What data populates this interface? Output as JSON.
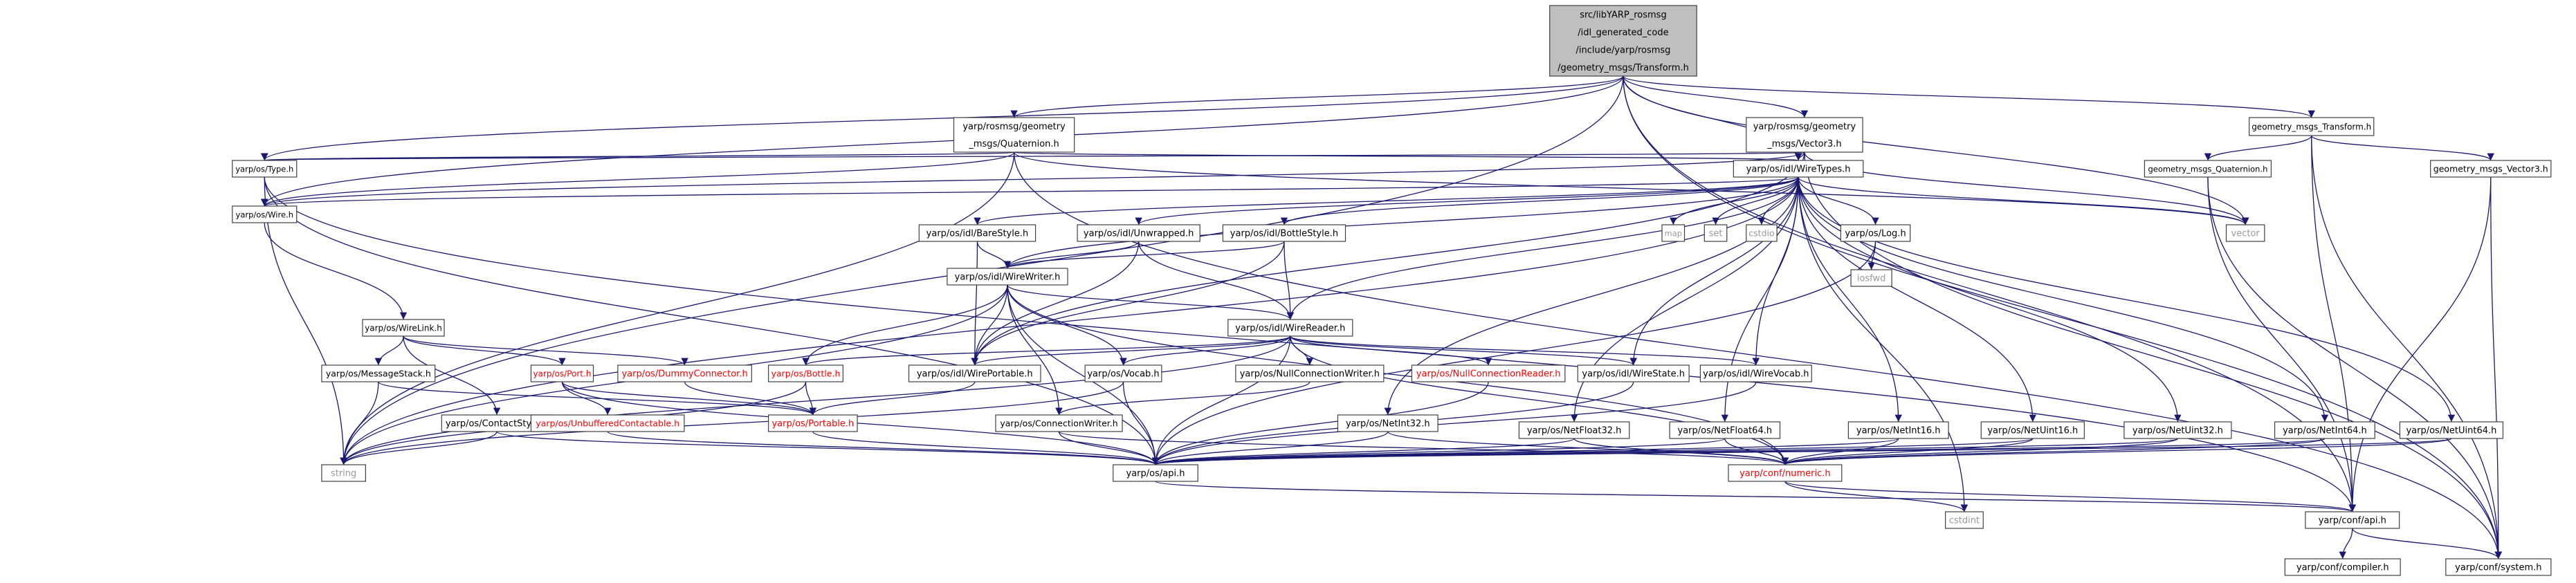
{
  "colors": {
    "edge": "#191970",
    "node_border": "#404040",
    "node_fill": "#ffffff",
    "root_fill": "#bfbfbf",
    "text_normal": "#000000",
    "text_linked_red": "#ff0000",
    "text_system": "#999999"
  },
  "nodes": {
    "root": {
      "lines": [
        "src/libYARP_rosmsg",
        "/idl_generated_code",
        "/include/yarp/rosmsg",
        "/geometry_msgs/Transform.h"
      ],
      "kind": "root"
    },
    "quat": {
      "lines": [
        "yarp/rosmsg/geometry",
        "_msgs/Quaternion.h"
      ],
      "kind": "normal"
    },
    "vec3": {
      "lines": [
        "yarp/rosmsg/geometry",
        "_msgs/Vector3.h"
      ],
      "kind": "normal"
    },
    "gmt": {
      "lines": [
        "geometry_msgs_Transform.h"
      ],
      "kind": "normal"
    },
    "type": {
      "lines": [
        "yarp/os/Type.h"
      ],
      "kind": "normal"
    },
    "wiretypes": {
      "lines": [
        "yarp/os/idl/WireTypes.h"
      ],
      "kind": "normal"
    },
    "gmq": {
      "lines": [
        "geometry_msgs_Quaternion.h"
      ],
      "kind": "normal"
    },
    "gmv3": {
      "lines": [
        "geometry_msgs_Vector3.h"
      ],
      "kind": "normal"
    },
    "wire": {
      "lines": [
        "yarp/os/Wire.h"
      ],
      "kind": "normal"
    },
    "barestyle": {
      "lines": [
        "yarp/os/idl/BareStyle.h"
      ],
      "kind": "normal"
    },
    "unwrapped": {
      "lines": [
        "yarp/os/idl/Unwrapped.h"
      ],
      "kind": "normal"
    },
    "bottlestyle": {
      "lines": [
        "yarp/os/idl/BottleStyle.h"
      ],
      "kind": "normal"
    },
    "map": {
      "lines": [
        "map"
      ],
      "kind": "system"
    },
    "set": {
      "lines": [
        "set"
      ],
      "kind": "system"
    },
    "cstdio": {
      "lines": [
        "cstdio"
      ],
      "kind": "system"
    },
    "log": {
      "lines": [
        "yarp/os/Log.h"
      ],
      "kind": "normal"
    },
    "iosfwd": {
      "lines": [
        "iosfwd"
      ],
      "kind": "system"
    },
    "vector": {
      "lines": [
        "vector"
      ],
      "kind": "system"
    },
    "wirewriter": {
      "lines": [
        "yarp/os/idl/WireWriter.h"
      ],
      "kind": "normal"
    },
    "wirelink": {
      "lines": [
        "yarp/os/WireLink.h"
      ],
      "kind": "normal"
    },
    "wirereader": {
      "lines": [
        "yarp/os/idl/WireReader.h"
      ],
      "kind": "normal"
    },
    "msgstack": {
      "lines": [
        "yarp/os/MessageStack.h"
      ],
      "kind": "normal"
    },
    "port": {
      "lines": [
        "yarp/os/Port.h"
      ],
      "kind": "linked"
    },
    "dummy": {
      "lines": [
        "yarp/os/DummyConnector.h"
      ],
      "kind": "linked"
    },
    "bottle": {
      "lines": [
        "yarp/os/Bottle.h"
      ],
      "kind": "linked"
    },
    "wireportable": {
      "lines": [
        "yarp/os/idl/WirePortable.h"
      ],
      "kind": "normal"
    },
    "vocab": {
      "lines": [
        "yarp/os/Vocab.h"
      ],
      "kind": "normal"
    },
    "nullwriter": {
      "lines": [
        "yarp/os/NullConnectionWriter.h"
      ],
      "kind": "normal"
    },
    "nullreader": {
      "lines": [
        "yarp/os/NullConnectionReader.h"
      ],
      "kind": "linked"
    },
    "wirestate": {
      "lines": [
        "yarp/os/idl/WireState.h"
      ],
      "kind": "normal"
    },
    "wirevocab": {
      "lines": [
        "yarp/os/idl/WireVocab.h"
      ],
      "kind": "normal"
    },
    "contactstyle": {
      "lines": [
        "yarp/os/ContactStyle.h"
      ],
      "kind": "normal"
    },
    "unbuffered": {
      "lines": [
        "yarp/os/UnbufferedContactable.h"
      ],
      "kind": "linked"
    },
    "portable": {
      "lines": [
        "yarp/os/Portable.h"
      ],
      "kind": "linked"
    },
    "connwriter": {
      "lines": [
        "yarp/os/ConnectionWriter.h"
      ],
      "kind": "normal"
    },
    "netint32": {
      "lines": [
        "yarp/os/NetInt32.h"
      ],
      "kind": "normal"
    },
    "netfloat32": {
      "lines": [
        "yarp/os/NetFloat32.h"
      ],
      "kind": "normal"
    },
    "netfloat64": {
      "lines": [
        "yarp/os/NetFloat64.h"
      ],
      "kind": "normal"
    },
    "netint16": {
      "lines": [
        "yarp/os/NetInt16.h"
      ],
      "kind": "normal"
    },
    "netuint16": {
      "lines": [
        "yarp/os/NetUint16.h"
      ],
      "kind": "normal"
    },
    "netuint32": {
      "lines": [
        "yarp/os/NetUint32.h"
      ],
      "kind": "normal"
    },
    "netint64": {
      "lines": [
        "yarp/os/NetInt64.h"
      ],
      "kind": "normal"
    },
    "netuint64": {
      "lines": [
        "yarp/os/NetUint64.h"
      ],
      "kind": "normal"
    },
    "string": {
      "lines": [
        "string"
      ],
      "kind": "system"
    },
    "osapi": {
      "lines": [
        "yarp/os/api.h"
      ],
      "kind": "normal"
    },
    "numeric": {
      "lines": [
        "yarp/conf/numeric.h"
      ],
      "kind": "linked"
    },
    "cstdint": {
      "lines": [
        "cstdint"
      ],
      "kind": "system"
    },
    "confapi": {
      "lines": [
        "yarp/conf/api.h"
      ],
      "kind": "normal"
    },
    "compiler": {
      "lines": [
        "yarp/conf/compiler.h"
      ],
      "kind": "normal"
    },
    "system": {
      "lines": [
        "yarp/conf/system.h"
      ],
      "kind": "normal"
    }
  },
  "edges": [
    [
      "root",
      "quat"
    ],
    [
      "root",
      "vec3"
    ],
    [
      "root",
      "gmt"
    ],
    [
      "root",
      "type"
    ],
    [
      "root",
      "wiretypes"
    ],
    [
      "root",
      "wire"
    ],
    [
      "root",
      "vector"
    ],
    [
      "root",
      "string"
    ],
    [
      "root",
      "confapi"
    ],
    [
      "root",
      "system"
    ],
    [
      "quat",
      "type"
    ],
    [
      "quat",
      "wiretypes"
    ],
    [
      "quat",
      "wire"
    ],
    [
      "quat",
      "vector"
    ],
    [
      "quat",
      "string"
    ],
    [
      "quat",
      "system"
    ],
    [
      "vec3",
      "type"
    ],
    [
      "vec3",
      "wiretypes"
    ],
    [
      "vec3",
      "wire"
    ],
    [
      "vec3",
      "vector"
    ],
    [
      "vec3",
      "system"
    ],
    [
      "vec3",
      "wireportable"
    ],
    [
      "gmt",
      "gmq"
    ],
    [
      "gmt",
      "gmv3"
    ],
    [
      "gmt",
      "confapi"
    ],
    [
      "gmt",
      "system"
    ],
    [
      "gmq",
      "confapi"
    ],
    [
      "gmq",
      "system"
    ],
    [
      "gmv3",
      "confapi"
    ],
    [
      "gmv3",
      "system"
    ],
    [
      "type",
      "osapi"
    ],
    [
      "type",
      "string"
    ],
    [
      "type",
      "confapi"
    ],
    [
      "wiretypes",
      "wire"
    ],
    [
      "wiretypes",
      "barestyle"
    ],
    [
      "wiretypes",
      "unwrapped"
    ],
    [
      "wiretypes",
      "bottlestyle"
    ],
    [
      "wiretypes",
      "map"
    ],
    [
      "wiretypes",
      "set"
    ],
    [
      "wiretypes",
      "cstdio"
    ],
    [
      "wiretypes",
      "log"
    ],
    [
      "wiretypes",
      "vector"
    ],
    [
      "wiretypes",
      "wirewriter"
    ],
    [
      "wiretypes",
      "wirereader"
    ],
    [
      "wiretypes",
      "wirestate"
    ],
    [
      "wiretypes",
      "wirevocab"
    ],
    [
      "wiretypes",
      "netint32"
    ],
    [
      "wiretypes",
      "netfloat32"
    ],
    [
      "wiretypes",
      "netfloat64"
    ],
    [
      "wiretypes",
      "netint16"
    ],
    [
      "wiretypes",
      "netuint16"
    ],
    [
      "wiretypes",
      "netuint32"
    ],
    [
      "wiretypes",
      "netint64"
    ],
    [
      "wiretypes",
      "netuint64"
    ],
    [
      "wiretypes",
      "string"
    ],
    [
      "wiretypes",
      "cstdint"
    ],
    [
      "wire",
      "wirelink"
    ],
    [
      "barestyle",
      "wirewriter"
    ],
    [
      "barestyle",
      "wireportable"
    ],
    [
      "unwrapped",
      "wirewriter"
    ],
    [
      "unwrapped",
      "wirereader"
    ],
    [
      "unwrapped",
      "wireportable"
    ],
    [
      "bottlestyle",
      "wirewriter"
    ],
    [
      "bottlestyle",
      "wirereader"
    ],
    [
      "bottlestyle",
      "wireportable"
    ],
    [
      "log",
      "iosfwd"
    ],
    [
      "log",
      "osapi"
    ],
    [
      "wirewriter",
      "wirereader"
    ],
    [
      "wirewriter",
      "wireportable"
    ],
    [
      "wirewriter",
      "bottle"
    ],
    [
      "wirewriter",
      "vocab"
    ],
    [
      "wirewriter",
      "connwriter"
    ],
    [
      "wirewriter",
      "numeric"
    ],
    [
      "wirewriter",
      "string"
    ],
    [
      "wirewriter",
      "osapi"
    ],
    [
      "wirelink",
      "msgstack"
    ],
    [
      "wirelink",
      "port"
    ],
    [
      "wirelink",
      "dummy"
    ],
    [
      "wirelink",
      "contactstyle"
    ],
    [
      "wirereader",
      "bottle"
    ],
    [
      "wirereader",
      "wireportable"
    ],
    [
      "wirereader",
      "vocab"
    ],
    [
      "wirereader",
      "nullwriter"
    ],
    [
      "wirereader",
      "nullreader"
    ],
    [
      "wirereader",
      "wirestate"
    ],
    [
      "wirereader",
      "wirevocab"
    ],
    [
      "wirereader",
      "numeric"
    ],
    [
      "wirereader",
      "string"
    ],
    [
      "wirereader",
      "osapi"
    ],
    [
      "msgstack",
      "portable"
    ],
    [
      "msgstack",
      "string"
    ],
    [
      "port",
      "unbuffered"
    ],
    [
      "port",
      "portable"
    ],
    [
      "port",
      "osapi"
    ],
    [
      "dummy",
      "portable"
    ],
    [
      "bottle",
      "portable"
    ],
    [
      "bottle",
      "string"
    ],
    [
      "wireportable",
      "portable"
    ],
    [
      "vocab",
      "string"
    ],
    [
      "vocab",
      "osapi"
    ],
    [
      "nullwriter",
      "connwriter"
    ],
    [
      "nullreader",
      "osapi"
    ],
    [
      "wirestate",
      "osapi"
    ],
    [
      "wirevocab",
      "osapi"
    ],
    [
      "contactstyle",
      "string"
    ],
    [
      "contactstyle",
      "osapi"
    ],
    [
      "unbuffered",
      "osapi"
    ],
    [
      "portable",
      "osapi"
    ],
    [
      "connwriter",
      "osapi"
    ],
    [
      "connwriter",
      "numeric"
    ],
    [
      "netint32",
      "osapi"
    ],
    [
      "netint32",
      "numeric"
    ],
    [
      "netfloat32",
      "osapi"
    ],
    [
      "netfloat32",
      "numeric"
    ],
    [
      "netfloat64",
      "osapi"
    ],
    [
      "netfloat64",
      "numeric"
    ],
    [
      "netint16",
      "osapi"
    ],
    [
      "netint16",
      "numeric"
    ],
    [
      "netuint16",
      "osapi"
    ],
    [
      "netuint16",
      "numeric"
    ],
    [
      "netuint32",
      "osapi"
    ],
    [
      "netuint32",
      "numeric"
    ],
    [
      "netint64",
      "osapi"
    ],
    [
      "netint64",
      "numeric"
    ],
    [
      "netuint64",
      "osapi"
    ],
    [
      "netuint64",
      "numeric"
    ],
    [
      "osapi",
      "confapi"
    ],
    [
      "numeric",
      "confapi"
    ],
    [
      "numeric",
      "cstdint"
    ],
    [
      "confapi",
      "compiler"
    ],
    [
      "confapi",
      "system"
    ]
  ]
}
